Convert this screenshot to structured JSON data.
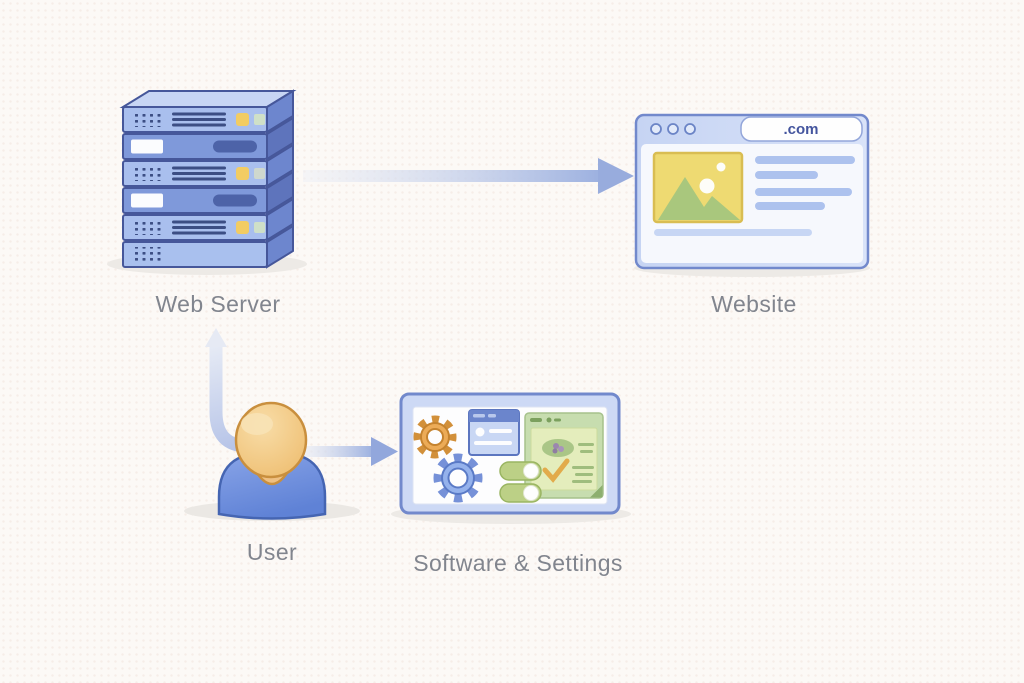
{
  "diagram": {
    "background_color": "#fcf9f6",
    "label_text_color": "#81858e",
    "accent_blue": "#7289cc",
    "nodes": [
      {
        "id": "web-server",
        "label": "Web Server",
        "icon": "server-stack-icon"
      },
      {
        "id": "website",
        "label": "Website",
        "icon": "browser-window-icon",
        "url_label": ".com"
      },
      {
        "id": "user",
        "label": "User",
        "icon": "person-icon"
      },
      {
        "id": "software-settings",
        "label": "Software & Settings",
        "icon": "settings-window-icon"
      }
    ],
    "edges": [
      {
        "from": "web-server",
        "to": "website",
        "style": "horizontal-gradient-arrow"
      },
      {
        "from": "user",
        "to": "web-server",
        "style": "curved-gradient-arrow"
      },
      {
        "from": "user",
        "to": "software-settings",
        "style": "horizontal-gradient-arrow"
      }
    ]
  }
}
